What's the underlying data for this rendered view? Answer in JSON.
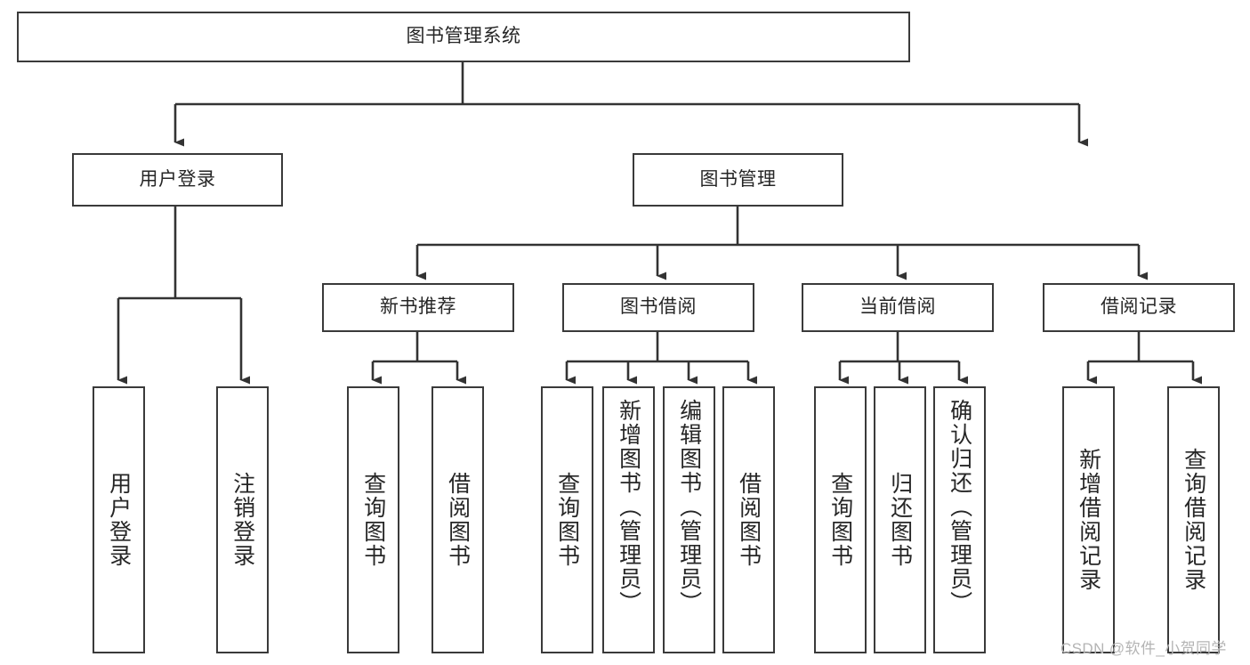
{
  "diagram": {
    "title": "图书管理系统",
    "type": "tree-hierarchy",
    "orientation": "top-down",
    "colors": {
      "background": "#ffffff",
      "node_border": "#3a3a3a",
      "node_fill": "#ffffff",
      "edge": "#333333",
      "text": "#262626",
      "watermark": "#b4b4b4"
    }
  },
  "root": {
    "label": "图书管理系统"
  },
  "level1": [
    {
      "label": "用户登录"
    },
    {
      "label": "图书管理"
    }
  ],
  "level2": [
    {
      "label": "新书推荐"
    },
    {
      "label": "图书借阅"
    },
    {
      "label": "当前借阅"
    },
    {
      "label": "借阅记录"
    }
  ],
  "leaves": {
    "user_login": [
      {
        "label": "用户登录"
      },
      {
        "label": "注销登录"
      }
    ],
    "new_book_recommend": [
      {
        "label": "查询图书"
      },
      {
        "label": "借阅图书"
      }
    ],
    "book_borrow": [
      {
        "label": "查询图书"
      },
      {
        "label": "新增图书（管理员）"
      },
      {
        "label": "编辑图书（管理员）"
      },
      {
        "label": "借阅图书"
      }
    ],
    "current_borrow": [
      {
        "label": "查询图书"
      },
      {
        "label": "归还图书"
      },
      {
        "label": "确认归还（管理员）"
      }
    ],
    "borrow_record": [
      {
        "label": "新增借阅记录"
      },
      {
        "label": "查询借阅记录"
      }
    ]
  },
  "watermark": {
    "text": "CSDN @软件_小贺同学"
  }
}
